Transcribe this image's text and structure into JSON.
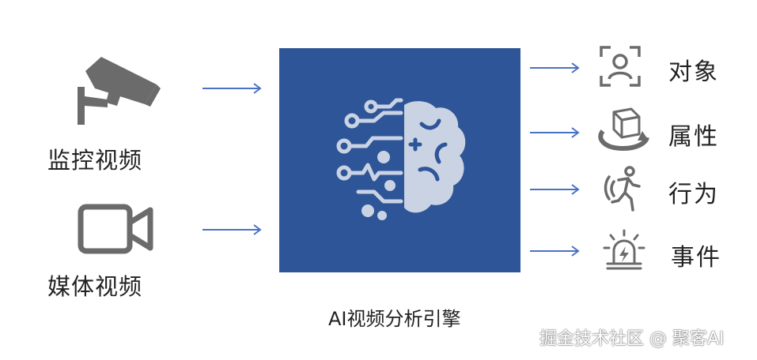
{
  "inputs": [
    {
      "label": "监控视频",
      "icon": "cctv-camera-icon"
    },
    {
      "label": "媒体视频",
      "icon": "video-camera-icon"
    }
  ],
  "engine": {
    "caption": "AI视频分析引擎",
    "icon": "ai-brain-circuit-icon",
    "color": "#2e5597"
  },
  "outputs": [
    {
      "label": "对象",
      "icon": "face-scan-icon"
    },
    {
      "label": "属性",
      "icon": "3d-cube-rotate-icon"
    },
    {
      "label": "行为",
      "icon": "walking-person-icon"
    },
    {
      "label": "事件",
      "icon": "alarm-siren-icon"
    }
  ],
  "arrow_color": "#4a72c4",
  "icon_color": "#6b6b6b",
  "watermark": "掘金技术社区 @ 聚客AI"
}
